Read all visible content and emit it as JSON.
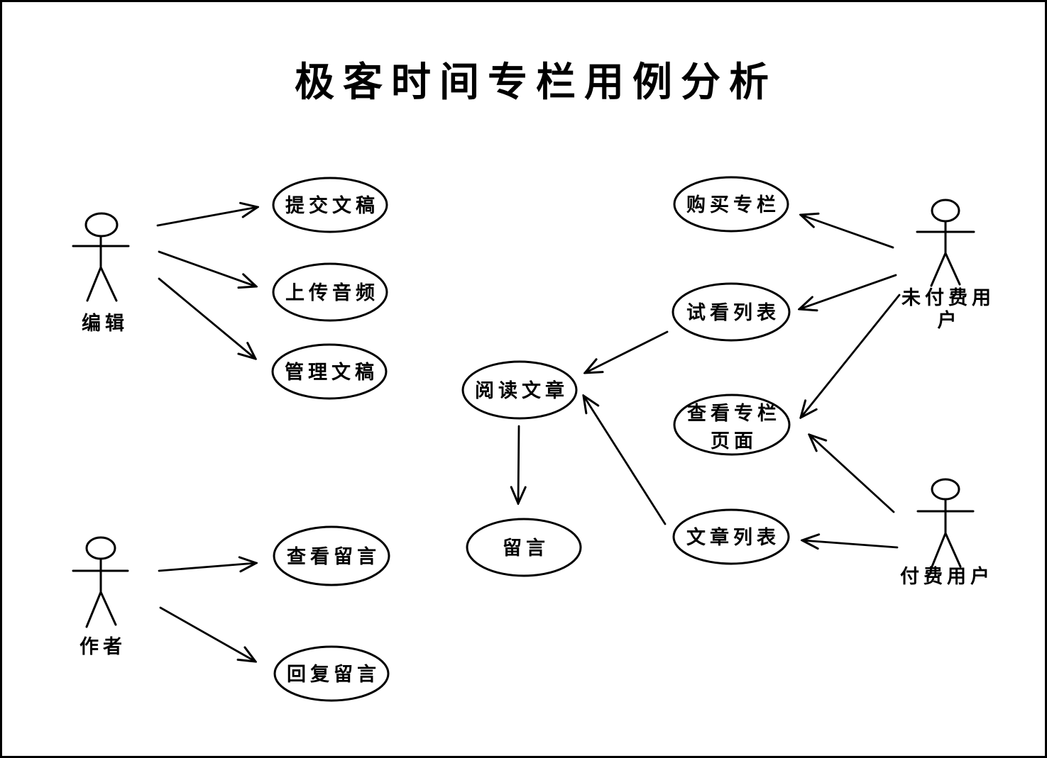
{
  "title": "极客时间专栏用例分析",
  "colors": {
    "stroke": "#000000",
    "background": "#ffffff"
  },
  "actors": {
    "editor": {
      "label": "编辑"
    },
    "author": {
      "label": "作者"
    },
    "unpaid_user": {
      "label_line1": "未付费用",
      "label_line2": "户"
    },
    "paid_user": {
      "label": "付费用户"
    }
  },
  "use_cases": {
    "submit_draft": {
      "label": "提交文稿"
    },
    "upload_audio": {
      "label": "上传音频"
    },
    "manage_draft": {
      "label": "管理文稿"
    },
    "view_comments": {
      "label": "查看留言"
    },
    "reply_comments": {
      "label": "回复留言"
    },
    "buy_column": {
      "label": "购买专栏"
    },
    "trial_list": {
      "label": "试看列表"
    },
    "view_column_page": {
      "label_line1": "查看专栏",
      "label_line2": "页面"
    },
    "article_list": {
      "label": "文章列表"
    },
    "read_article": {
      "label": "阅读文章"
    },
    "comment": {
      "label": "留言"
    }
  },
  "relations": [
    {
      "from": "编辑",
      "to": "提交文稿"
    },
    {
      "from": "编辑",
      "to": "上传音频"
    },
    {
      "from": "编辑",
      "to": "管理文稿"
    },
    {
      "from": "作者",
      "to": "查看留言"
    },
    {
      "from": "作者",
      "to": "回复留言"
    },
    {
      "from": "未付费用户",
      "to": "购买专栏"
    },
    {
      "from": "未付费用户",
      "to": "试看列表"
    },
    {
      "from": "未付费用户",
      "to": "查看专栏页面"
    },
    {
      "from": "付费用户",
      "to": "查看专栏页面"
    },
    {
      "from": "付费用户",
      "to": "文章列表"
    },
    {
      "from": "试看列表",
      "to": "阅读文章"
    },
    {
      "from": "文章列表",
      "to": "阅读文章"
    },
    {
      "from": "阅读文章",
      "to": "留言"
    }
  ]
}
